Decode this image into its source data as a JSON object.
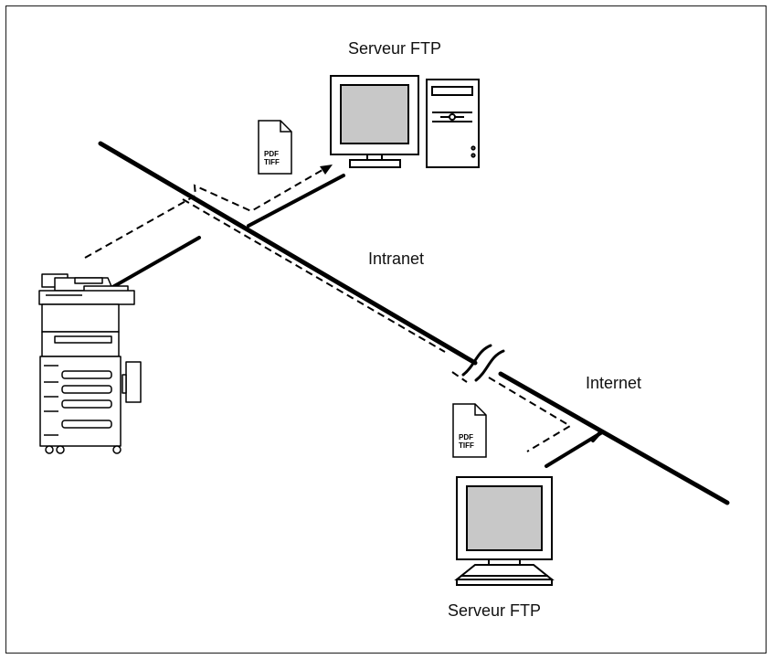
{
  "labels": {
    "ftp_server_top": "Serveur FTP",
    "ftp_server_bottom": "Serveur FTP",
    "intranet": "Intranet",
    "internet": "Internet"
  },
  "documents": {
    "top": {
      "line1": "PDF",
      "line2": "TIFF"
    },
    "bottom": {
      "line1": "PDF",
      "line2": "TIFF"
    }
  },
  "icons": {
    "mfp": "multifunction-printer-icon",
    "desktop": "desktop-computer-icon",
    "server_monitor": "monitor-icon",
    "document": "document-icon",
    "network_break": "network-break-icon"
  },
  "colors": {
    "line": "#000000",
    "screen": "#c8c8c8",
    "background": "#ffffff"
  }
}
